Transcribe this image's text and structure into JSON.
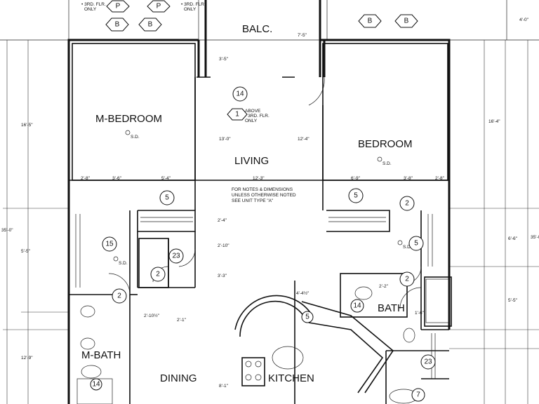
{
  "rooms": {
    "balcony": "BALC.",
    "master_bedroom": "M-BEDROOM",
    "bedroom": "BEDROOM",
    "living": "LIVING",
    "bath": "BATH",
    "master_bath": "M-BATH",
    "dining": "DINING",
    "kitchen": "KITCHEN"
  },
  "notes": {
    "general_1": "FOR NOTES & DIMENSIONS",
    "general_2": "UNLESS OTHERWISE NOTED",
    "general_3": "SEE UNIT TYPE \"A\"",
    "third_floor_tl": "• 3RD. FLR.",
    "only_tl": "ONLY",
    "third_floor_tr": "• 3RD. FLR.",
    "only_tr": "ONLY",
    "above_1": "ABOVE",
    "above_2": "• 3RD. FLR.",
    "above_3": "ONLY",
    "sd": "S.D."
  },
  "tags": {
    "p": "P",
    "b": "B",
    "t14": "14",
    "t1": "1",
    "t5": "5",
    "t2": "2",
    "t15": "15",
    "t23": "23",
    "t7": "7"
  },
  "dimensions": {
    "d_2_8": "2'-8\"",
    "d_3_6": "3'-6\"",
    "d_5_4": "5'-4\"",
    "d_12_3": "12'-3\"",
    "d_6_9": "6'-9\"",
    "d_3_8": "3'-8\"",
    "d_13_0": "13'-0\"",
    "d_12_4": "12'-4\"",
    "d_3_5": "3'-5\"",
    "d_7_5": "7'-5\"",
    "d_16_5": "16'-5\"",
    "d_16_4": "16'-4\"",
    "d_35_0": "35'-0\"",
    "d_2_10": "2'-10\"",
    "d_2_4": "2'-4\"",
    "d_5_5": "5'-5\"",
    "d_6_6": "6'-6\"",
    "d_4_0": "4'-0\"",
    "d_2_10b": "2'-10½\"",
    "d_2_1": "2'-1\"",
    "d_1_6": "1'-6\"",
    "d_12_9": "12'-9\"",
    "d_8_1": "8'-1\"",
    "d_2_2": "2'-2\"",
    "d_4_4": "4'-4½\"",
    "d_3_3": "3'-3\""
  }
}
